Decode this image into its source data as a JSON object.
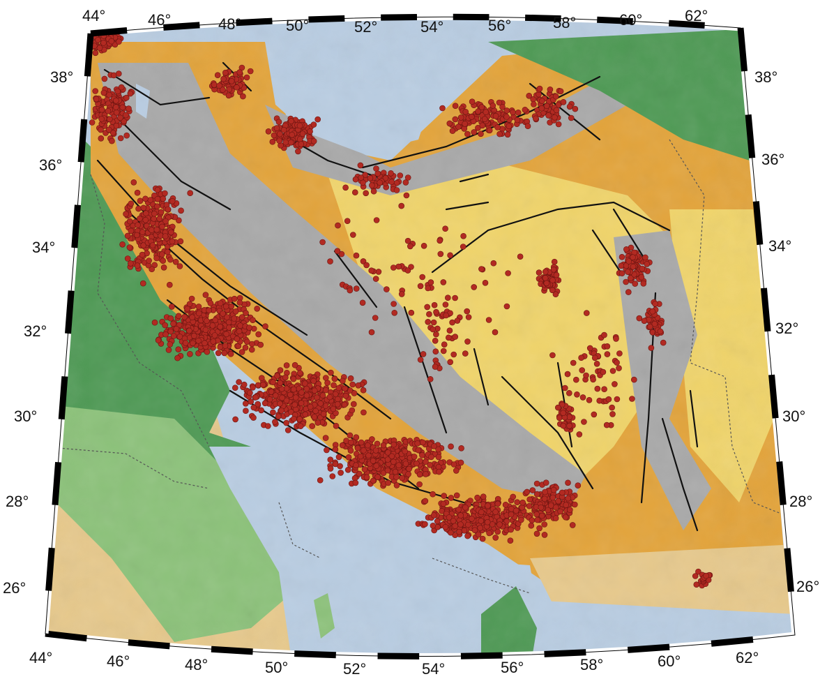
{
  "map": {
    "colors": {
      "sea": "#b9cde2",
      "caspian_shore": "#2fa3c8",
      "lowland_green": "#4f9a55",
      "plain_green": "#8cc27a",
      "tan": "#e7c98c",
      "orange": "#e3a43b",
      "yellow_plateau": "#f0d46a",
      "mountain_grey": "#a9a9a9",
      "snow_white": "#e6e6e6",
      "fault": "#111111",
      "epicenter_fill": "#b22a22",
      "epicenter_stroke": "#6a1410",
      "border_dash": "#555555"
    },
    "top_labels": [
      "44°",
      "46°",
      "48°",
      "50°",
      "52°",
      "54°",
      "56°",
      "58°",
      "60°",
      "62°"
    ],
    "bottom_labels": [
      "44°",
      "46°",
      "48°",
      "50°",
      "52°",
      "54°",
      "56°",
      "58°",
      "60°",
      "62°"
    ],
    "left_labels": [
      "38°",
      "36°",
      "34°",
      "32°",
      "30°",
      "28°",
      "26°"
    ],
    "right_labels": [
      "38°",
      "36°",
      "34°",
      "32°",
      "30°",
      "28°",
      "26°"
    ]
  }
}
